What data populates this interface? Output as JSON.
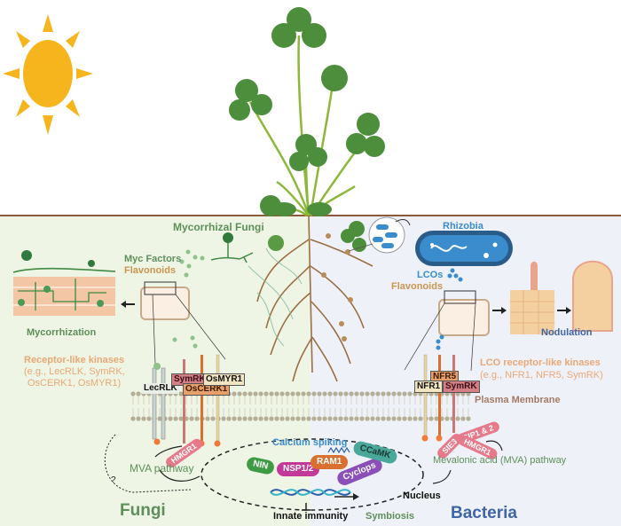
{
  "top": {
    "sun_icon": "sun",
    "plant_icon": "clover-plant"
  },
  "fungi_side": {
    "title": "Mycorrhizal Fungi",
    "signals": [
      "Myc Factors",
      "Flavonoids"
    ],
    "process": "Mycorrhization",
    "receptors_heading": "Receptor-like kinases",
    "receptors_examples": "(e.g., LecRLK, SymRK,",
    "receptors_examples_2": "OsCERK1, OsMYR1)",
    "receptor_tags": [
      "LecRLK",
      "SymRK",
      "OsCERK1",
      "OsMYR1"
    ],
    "hmgr_tag": "HMGR1",
    "pathway": "MVA pathway",
    "question": "?",
    "label": "Fungi",
    "colors": {
      "bg": "#eef5e4",
      "text_green": "#5f8e5a",
      "text_orange": "#e9a877"
    }
  },
  "bacteria_side": {
    "title": "Rhizobia",
    "signals": [
      "LCOs",
      "Flavonoids"
    ],
    "process": "Nodulation",
    "receptors_heading": "LCO receptor-like kinases",
    "receptors_examples": "(e.g., NFR1, NFR5, SymRK)",
    "receptor_tags": [
      "NFR5",
      "NFR1",
      "SymRK"
    ],
    "interactors": [
      "SIP1 & 2",
      "SIE3",
      "HMGR1"
    ],
    "pathway": "Mevalonic acid (MVA) pathway",
    "label": "Bacteria",
    "colors": {
      "bg": "#eef2f8",
      "text_blue": "#3f64a8"
    }
  },
  "membrane": {
    "label": "Plasma Membrane"
  },
  "nucleus": {
    "label": "Nucleus",
    "calcium": "Calcium spiking",
    "proteins": [
      "NIN",
      "NSP1/2",
      "RAM1",
      "Cyclops",
      "CCaMK"
    ],
    "protein_colors": [
      "#3f9a45",
      "#c2399a",
      "#d9702f",
      "#8a4fb8",
      "#4aa89a"
    ]
  },
  "bottom": {
    "immunity": "Innate immunity",
    "symbiosis": "Symbiosis"
  }
}
